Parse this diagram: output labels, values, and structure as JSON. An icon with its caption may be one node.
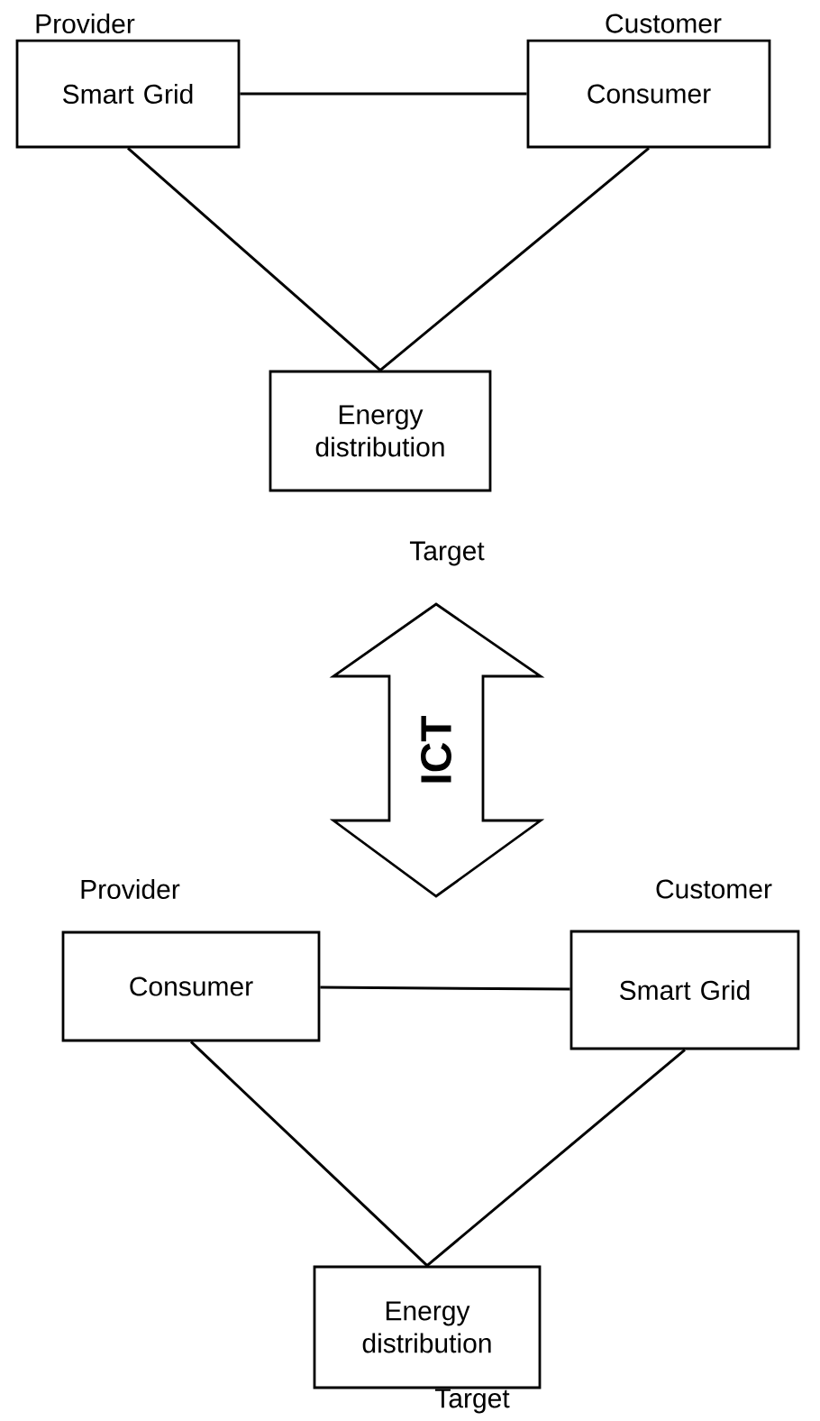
{
  "diagram": {
    "nodes": [
      {
        "text": [
          "Smart Grid"
        ],
        "beside": [
          "Provider"
        ]
      },
      {
        "text": [
          "Consumer"
        ],
        "beside": [
          "Customer"
        ]
      },
      {
        "text": [
          "Energy distribution"
        ],
        "beside": [
          "Target"
        ]
      },
      {
        "text": [
          "ICT"
        ]
      },
      {
        "text": [
          "Consumer"
        ],
        "beside": [
          "Provider"
        ]
      },
      {
        "text": [
          "Smart Grid"
        ],
        "beside": [
          "Customer"
        ]
      },
      {
        "text": [
          "Energy distribution"
        ],
        "beside": [
          "Target"
        ]
      }
    ],
    "edges": [
      {
        "from": 0,
        "to": 1,
        "arrow": "none"
      },
      {
        "from": 0,
        "to": 2,
        "arrow": "none"
      },
      {
        "from": 1,
        "to": 2,
        "arrow": "none"
      },
      {
        "from": 4,
        "to": 5,
        "arrow": "none"
      },
      {
        "from": 4,
        "to": 6,
        "arrow": "none"
      },
      {
        "from": 5,
        "to": 6,
        "arrow": "none"
      }
    ]
  }
}
